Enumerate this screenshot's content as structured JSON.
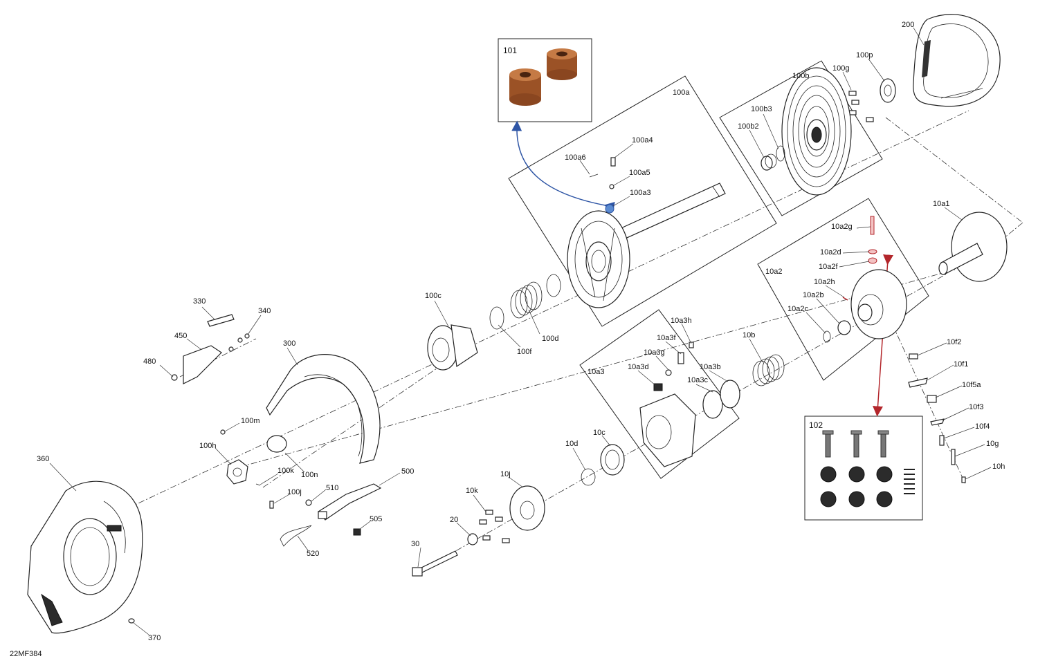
{
  "drawing_code": "22MF384",
  "insets": {
    "inset101": {
      "label": "101"
    },
    "inset102": {
      "label": "102"
    }
  },
  "colors": {
    "arrow_blue": "#2e55a5",
    "arrow_red": "#b3262b",
    "bushing_copper": "#a3582a"
  },
  "callouts": {
    "c200": "200",
    "c100p": "100p",
    "c100g": "100g",
    "c100b": "100b",
    "c100b3": "100b3",
    "c100b2": "100b2",
    "c100a": "100a",
    "c100a4": "100a4",
    "c100a6": "100a6",
    "c100a5": "100a5",
    "c100a3": "100a3",
    "c10a1": "10a1",
    "c10a2g": "10a2g",
    "c10a2d": "10a2d",
    "c10a2f": "10a2f",
    "c10a2": "10a2",
    "c10a2h": "10a2h",
    "c10a2b": "10a2b",
    "c10a2c": "10a2c",
    "c10f2": "10f2",
    "c10f1": "10f1",
    "c10f5a": "10f5a",
    "c10f3": "10f3",
    "c10f4": "10f4",
    "c10g": "10g",
    "c10h": "10h",
    "c100c": "100c",
    "c100d": "100d",
    "c100f": "100f",
    "c10b": "10b",
    "c10a3h": "10a3h",
    "c10a3f": "10a3f",
    "c10a3g": "10a3g",
    "c10a3d": "10a3d",
    "c10a3b": "10a3b",
    "c10a3c": "10a3c",
    "c10a3": "10a3",
    "c10c": "10c",
    "c10d": "10d",
    "c10j": "10j",
    "c10k": "10k",
    "c20": "20",
    "c30": "30",
    "c330": "330",
    "c340": "340",
    "c450": "450",
    "c480": "480",
    "c300": "300",
    "c100m": "100m",
    "c100h": "100h",
    "c100n": "100n",
    "c100k": "100k",
    "c100j": "100j",
    "c510": "510",
    "c500": "500",
    "c505": "505",
    "c520": "520",
    "c360": "360",
    "c370": "370"
  }
}
